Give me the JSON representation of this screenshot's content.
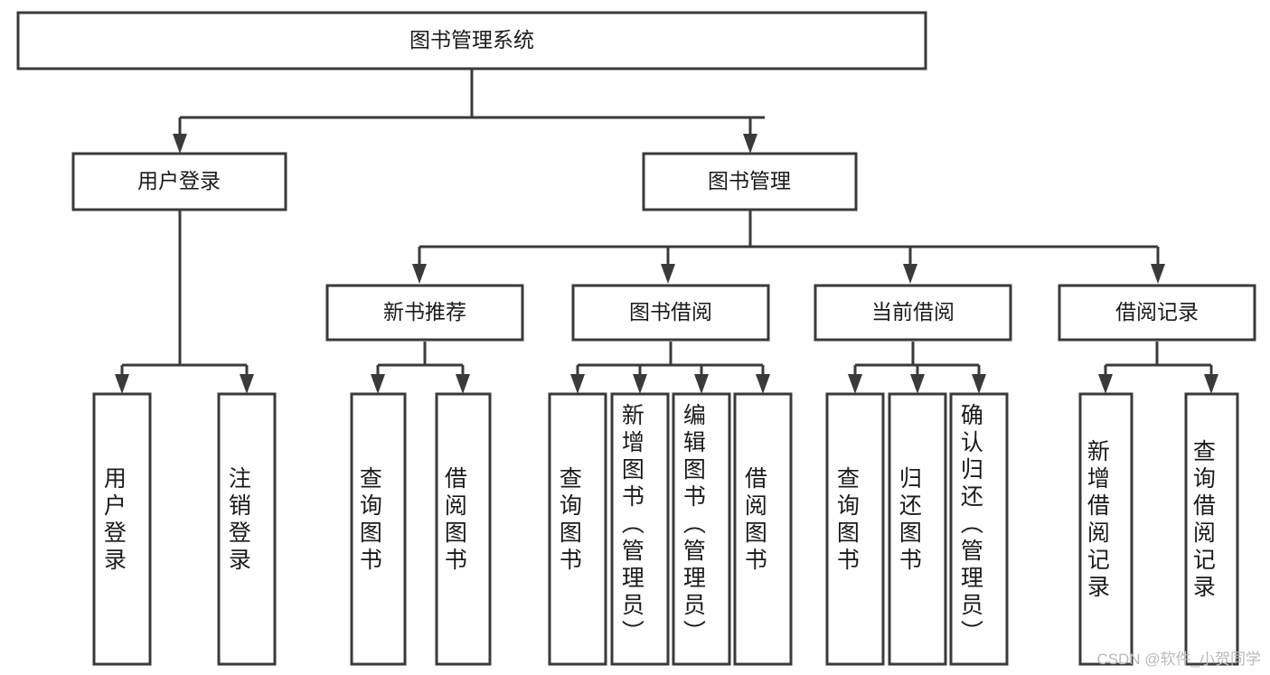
{
  "diagram": {
    "type": "tree-hierarchy",
    "title": "图书管理系统",
    "orientation": "top-down",
    "colors": {
      "box_fill": "#ffffff",
      "box_stroke": "#3a3a3a",
      "text": "#1a1a1a",
      "watermark": "#b9b9b9",
      "background": "#ffffff"
    },
    "levels": {
      "root": {
        "label": "图书管理系统"
      },
      "level2": [
        {
          "label": "用户登录"
        },
        {
          "label": "图书管理"
        }
      ],
      "level3": [
        {
          "label": "新书推荐"
        },
        {
          "label": "图书借阅"
        },
        {
          "label": "当前借阅"
        },
        {
          "label": "借阅记录"
        }
      ],
      "leaves": {
        "user_login": [
          {
            "label": "用户登录"
          },
          {
            "label": "注销登录"
          }
        ],
        "new_book_recommend": [
          {
            "label": "查询图书"
          },
          {
            "label": "借阅图书"
          }
        ],
        "book_borrow": [
          {
            "label": "查询图书"
          },
          {
            "label": "新增图书（管理员）"
          },
          {
            "label": "编辑图书（管理员）"
          },
          {
            "label": "借阅图书"
          }
        ],
        "current_borrow": [
          {
            "label": "查询图书"
          },
          {
            "label": "归还图书"
          },
          {
            "label": "确认归还（管理员）"
          }
        ],
        "borrow_records": [
          {
            "label": "新增借阅记录"
          },
          {
            "label": "查询借阅记录"
          }
        ]
      }
    }
  },
  "watermark": {
    "text": "CSDN @软件_小贺同学"
  }
}
